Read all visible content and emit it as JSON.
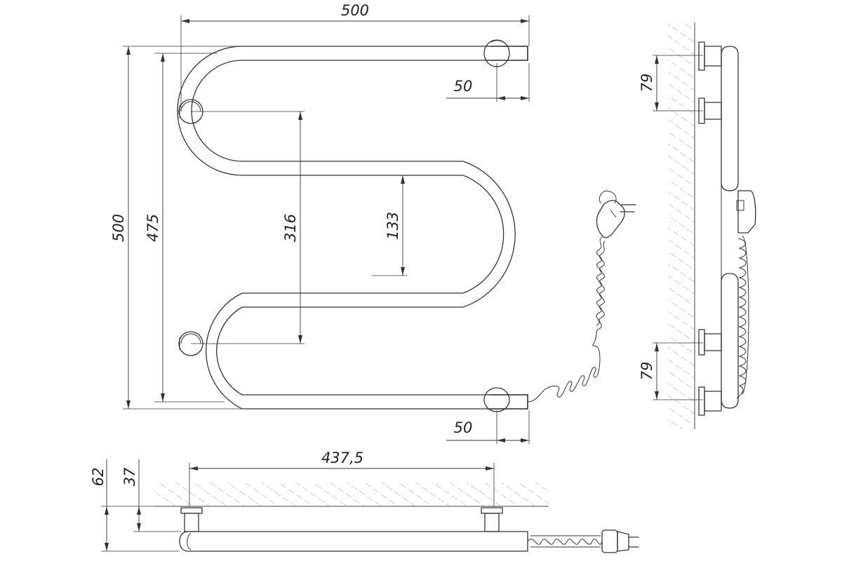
{
  "front_view": {
    "dim_width_total": "500",
    "dim_height_total": "500",
    "dim_height_inner": "475",
    "dim_pitch_large": "316",
    "dim_pitch_small": "133",
    "dim_offset_top": "50",
    "dim_offset_bottom": "50"
  },
  "side_view": {
    "dim_bracket_top": "79",
    "dim_bracket_bottom": "79"
  },
  "top_view": {
    "dim_length": "437,5",
    "dim_depth_total": "62",
    "dim_depth_axis": "37"
  }
}
